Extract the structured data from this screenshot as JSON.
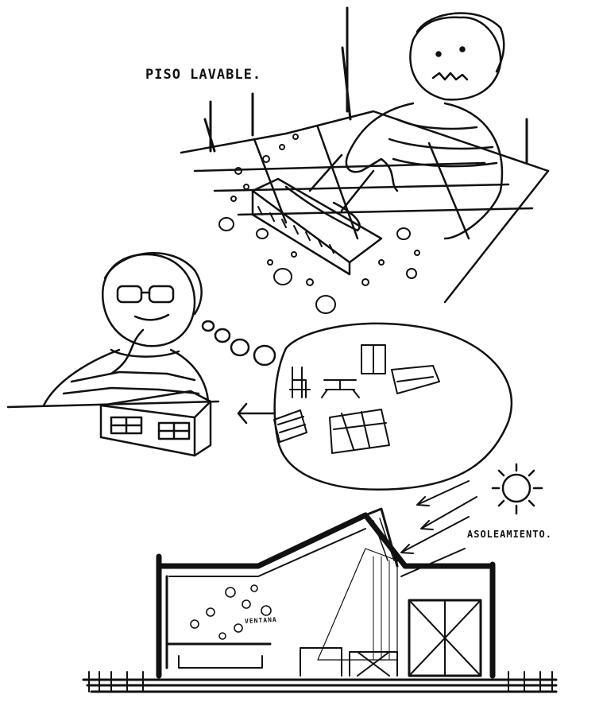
{
  "labels": {
    "floor": "PISO LAVABLE.",
    "sun": "ASOLEAMIENTO.",
    "window": "VENTANA"
  },
  "scenes": [
    {
      "name": "scrubbing-floor",
      "icons": [
        "person-icon",
        "scrub-brush-icon",
        "tiled-floor-icon",
        "dirt-particles-icon"
      ]
    },
    {
      "name": "thinking-of-furniture",
      "icons": [
        "person-with-glasses-icon",
        "thought-bubble-icon",
        "building-model-icon",
        "furniture-icons"
      ]
    },
    {
      "name": "section-sunlight",
      "icons": [
        "sun-icon",
        "sun-rays-icon",
        "building-section-icon"
      ]
    }
  ],
  "colors": {
    "ink": "#111111",
    "paper": "#ffffff"
  }
}
